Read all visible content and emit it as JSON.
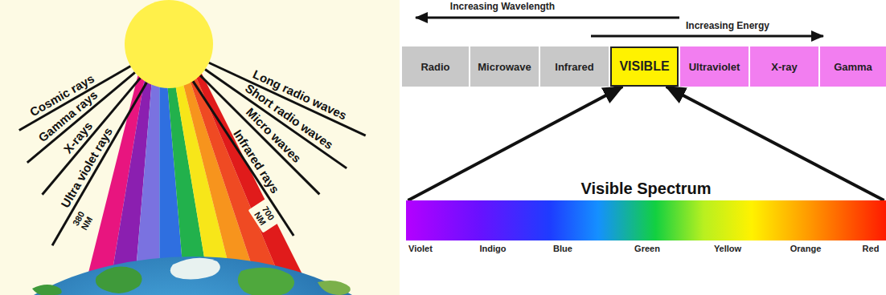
{
  "diagram": {
    "nodes": [
      {
        "text": [
          "Radio"
        ]
      },
      {
        "text": [
          "Microwave"
        ]
      },
      {
        "text": [
          "Infrared"
        ]
      },
      {
        "text": [
          "VISIBLE"
        ]
      },
      {
        "text": [
          "Ultraviolet"
        ]
      },
      {
        "text": [
          "X-ray"
        ]
      },
      {
        "text": [
          "Gamma"
        ]
      },
      {
        "text": [
          "Visible Spectrum"
        ]
      }
    ],
    "edges": [
      {
        "from": 7,
        "to": 3,
        "arrow": "to"
      },
      {
        "from": 7,
        "to": 3,
        "arrow": "to"
      }
    ],
    "labels": [
      "Increasing Wavelength",
      "Increasing Energy",
      "Cosmic rays",
      "Gamma rays",
      "X-rays",
      "Ultra violet rays",
      "380 NM",
      "700 NM",
      "Long radio waves",
      "Short radio waves",
      "Micro waves",
      "Infrared rays",
      "Violet",
      "Indigo",
      "Blue",
      "Green",
      "Yellow",
      "Orange",
      "Red"
    ]
  }
}
